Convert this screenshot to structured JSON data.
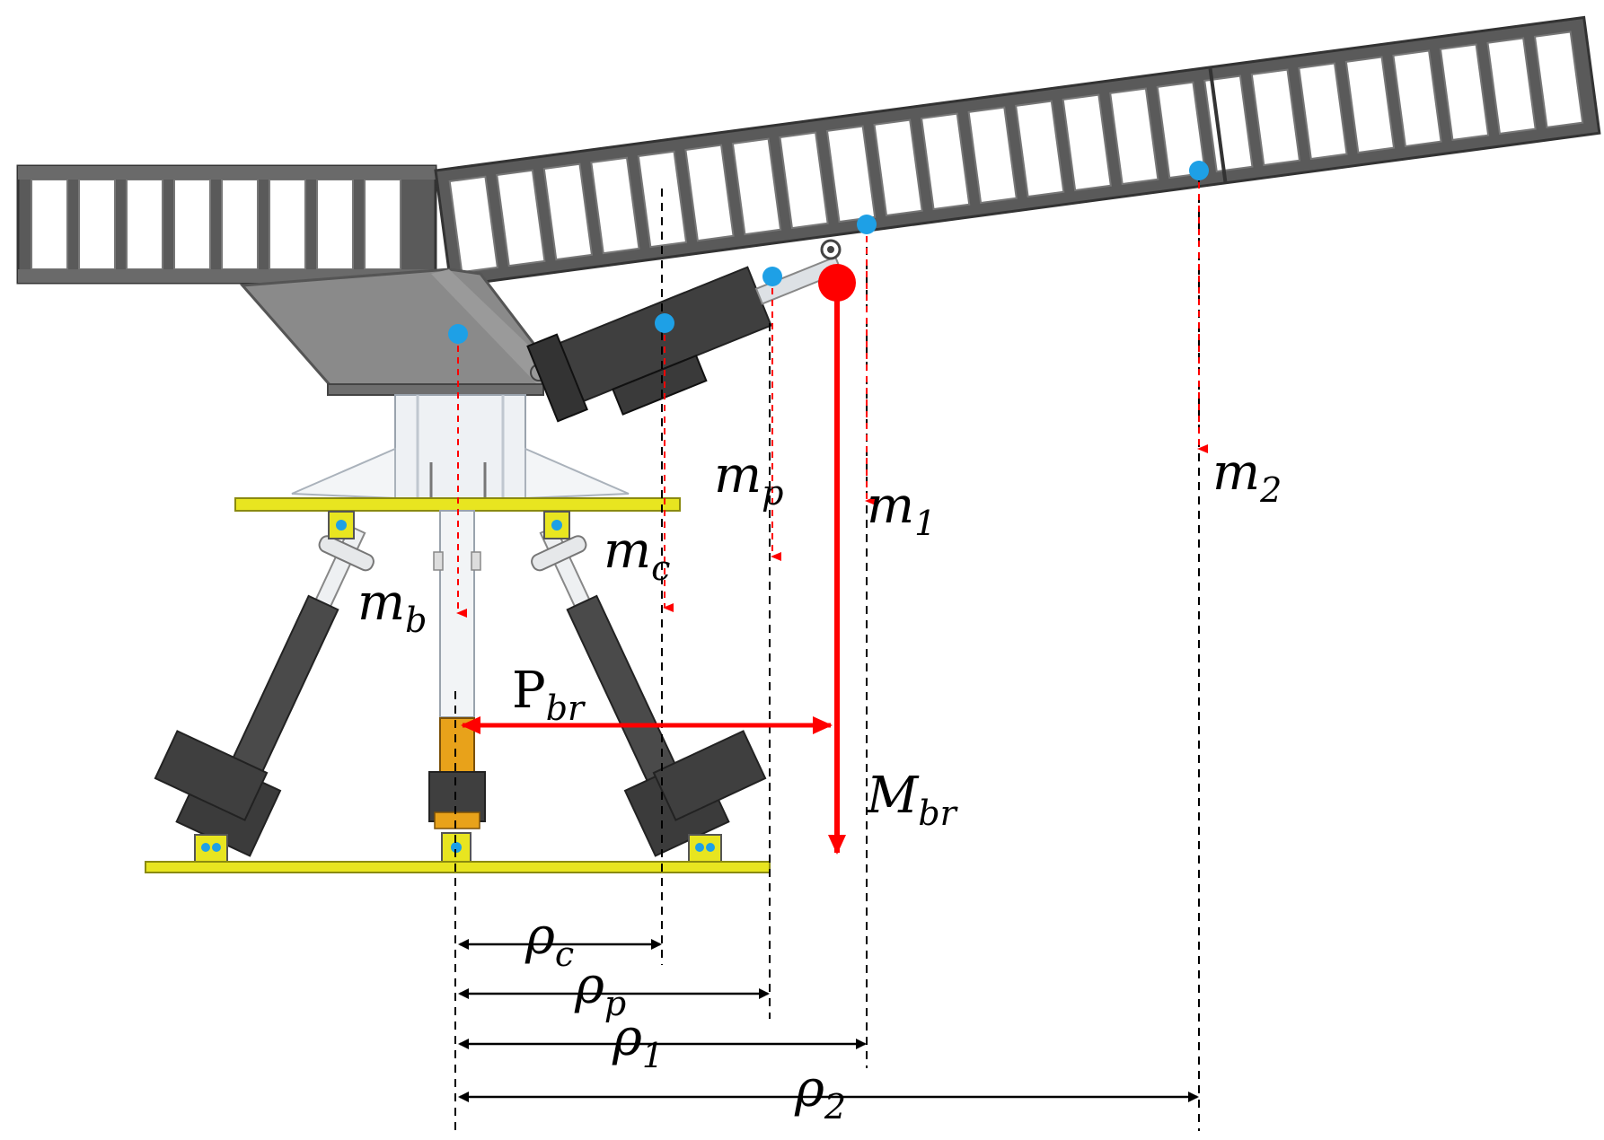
{
  "labels": {
    "m_b": {
      "base": "m",
      "sub": "b"
    },
    "m_c": {
      "base": "m",
      "sub": "c"
    },
    "m_p": {
      "base": "m",
      "sub": "p"
    },
    "m_1": {
      "base": "m",
      "sub": "1"
    },
    "m_2": {
      "base": "m",
      "sub": "2"
    },
    "P_br": {
      "base": "P",
      "sub": "br"
    },
    "M_br": {
      "base": "M",
      "sub": "br"
    },
    "rho_c": {
      "base": "ρ",
      "sub": "c"
    },
    "rho_p": {
      "base": "ρ",
      "sub": "p"
    },
    "rho_1": {
      "base": "ρ",
      "sub": "1"
    },
    "rho_2": {
      "base": "ρ",
      "sub": "2"
    }
  },
  "colors": {
    "frame": "#555555",
    "frame_dark": "#3a3a3a",
    "platform": "#e8e520",
    "cylinder": "#4a4a4a",
    "slider": "#e8a21a",
    "mass_point": "#1ea0e6",
    "force": "#ff0000",
    "guide": "#000000",
    "tower": "#c9cfd6"
  }
}
